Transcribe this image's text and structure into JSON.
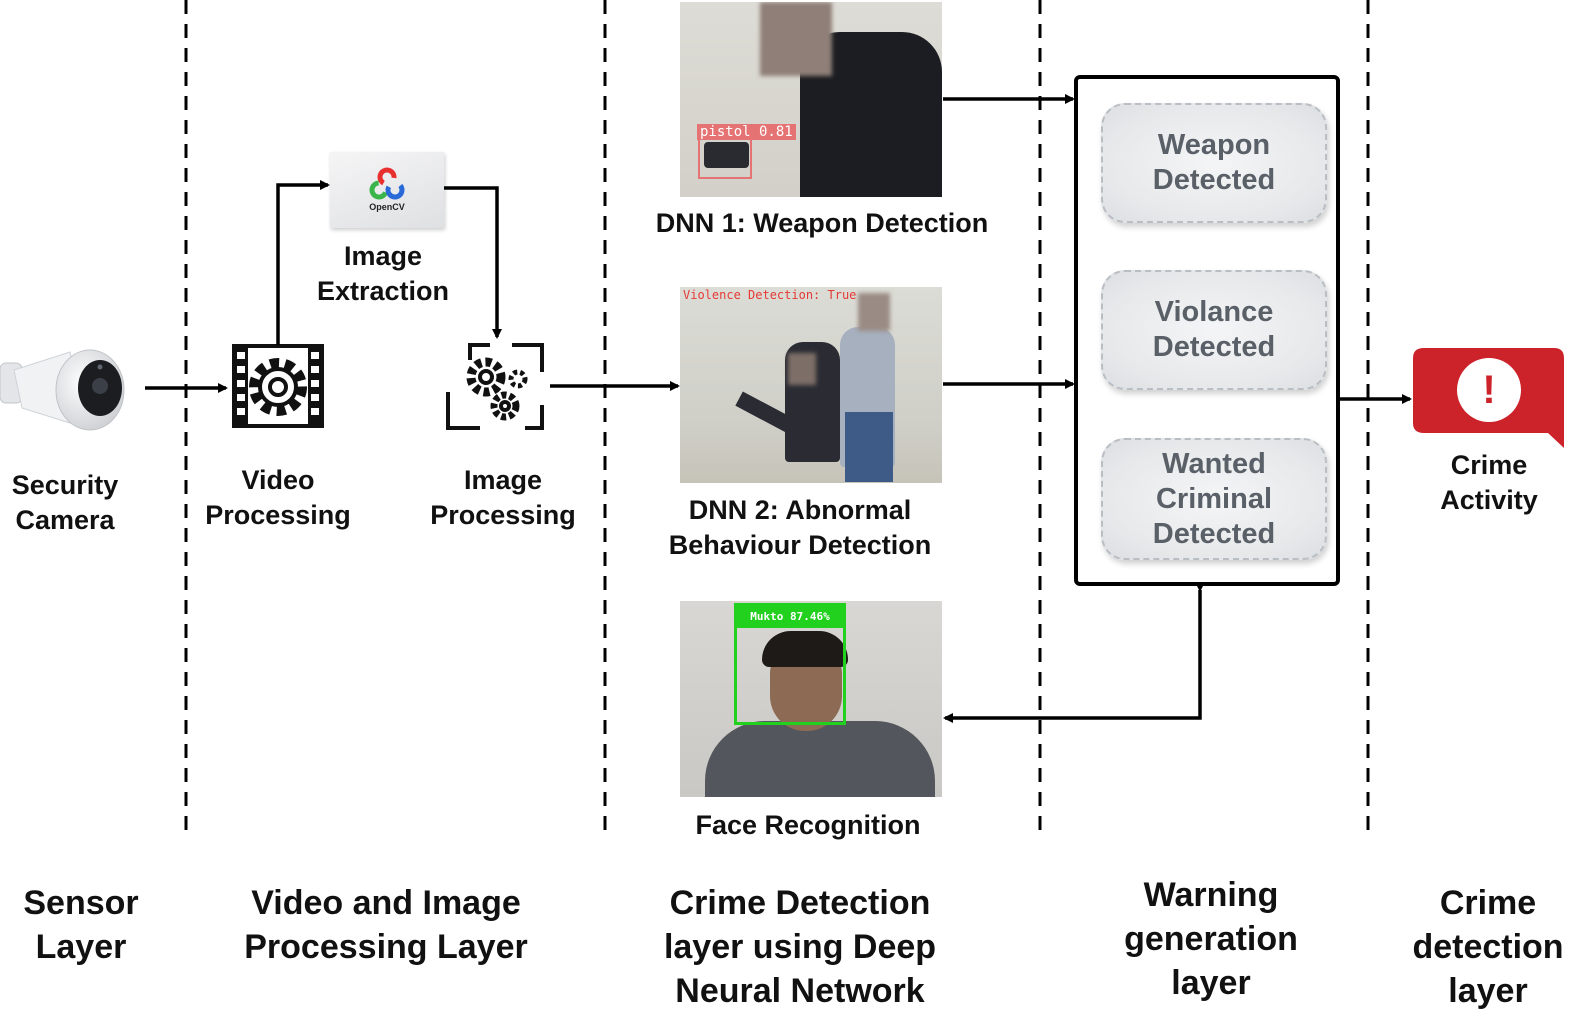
{
  "components": {
    "camera": {
      "label_lines": [
        "Security",
        "Camera"
      ]
    },
    "video_processing": {
      "label_lines": [
        "Video",
        "Processing"
      ]
    },
    "image_extraction": {
      "label_lines": [
        "Image",
        "Extraction"
      ],
      "logo_text": "OpenCV"
    },
    "image_processing": {
      "label_lines": [
        "Image",
        "Processing"
      ]
    },
    "dnn1": {
      "label": "DNN 1: Weapon Detection",
      "overlay": "pistol  0.81"
    },
    "dnn2": {
      "label_lines": [
        "DNN 2: Abnormal",
        "Behaviour Detection"
      ],
      "overlay": "Violence Detection: True"
    },
    "face": {
      "label": "Face Recognition",
      "overlay": "Mukto 87.46%"
    },
    "warnings": [
      {
        "lines": [
          "Weapon",
          "Detected"
        ]
      },
      {
        "lines": [
          "Violance",
          "Detected"
        ]
      },
      {
        "lines": [
          "Wanted",
          "Criminal",
          "Detected"
        ]
      }
    ],
    "crime_activity": {
      "label_lines": [
        "Crime",
        "Activity"
      ],
      "icon_text": "!"
    }
  },
  "layers": [
    {
      "lines": [
        "Sensor",
        "Layer"
      ]
    },
    {
      "lines": [
        "Video and Image",
        "Processing Layer"
      ]
    },
    {
      "lines": [
        "Crime Detection",
        "layer using Deep",
        "Neural Network"
      ]
    },
    {
      "lines": [
        "Warning",
        "generation",
        "layer"
      ]
    },
    {
      "lines": [
        "Crime",
        "detection",
        "layer"
      ]
    }
  ],
  "colors": {
    "alert_red": "#cc2229",
    "box_green": "#22d11e",
    "overlay_red": "#e53935"
  }
}
